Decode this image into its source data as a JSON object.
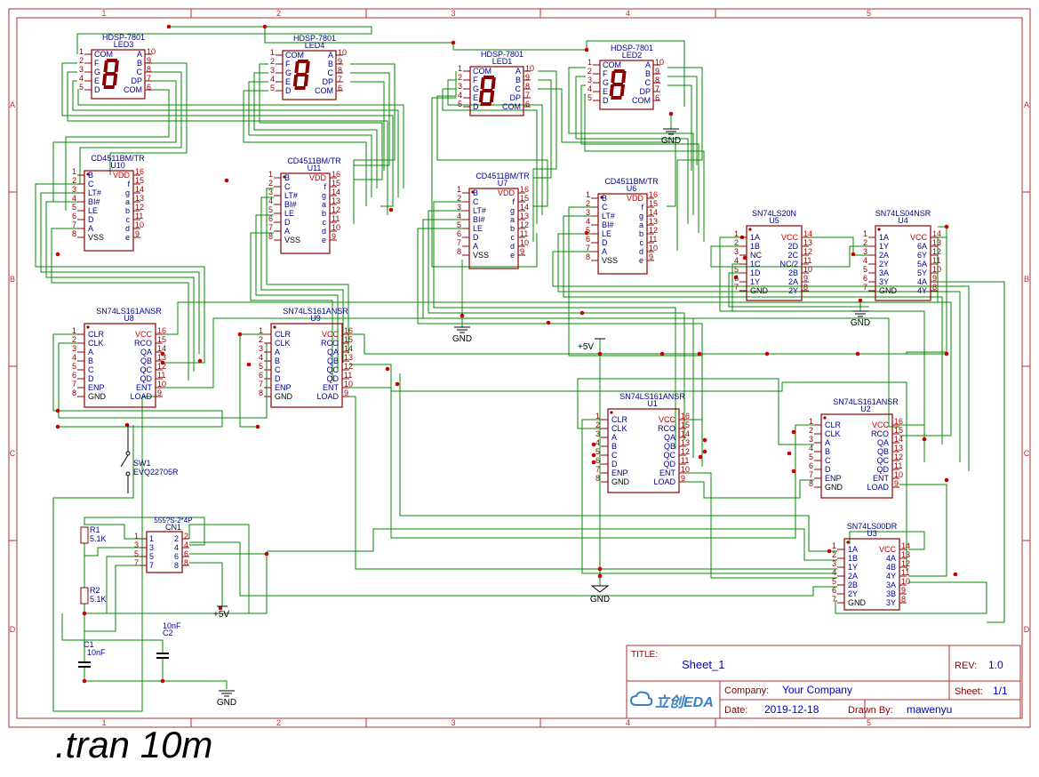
{
  "frame": {
    "cols": [
      "1",
      "2",
      "3",
      "4",
      "5"
    ],
    "rows": [
      "A",
      "B",
      "C",
      "D"
    ]
  },
  "colors": {
    "frame": "#b03030",
    "wire": "#008800",
    "body": "#8b0000",
    "pin_num": "#8b0000",
    "pin_label": "#00008b",
    "vcc": "#cc0000",
    "title_text": "#0000cc",
    "junction": "#cc0000",
    "ground": "#000000"
  },
  "title_block": {
    "title_label": "TITLE:",
    "title_value": "Sheet_1",
    "rev_label": "REV:",
    "rev_value": "1.0",
    "company_label": "Company:",
    "company_value": "Your Company",
    "sheet_label": "Sheet:",
    "sheet_value": "1/1",
    "date_label": "Date:",
    "date_value": "2019-12-18",
    "drawn_label": "Drawn By:",
    "drawn_value": "mawenyu",
    "logo_text": "立创EDA"
  },
  "spice_directive": ".tran 10m",
  "power_labels": {
    "gnd": "GND",
    "vcc": "+5V"
  },
  "displays": [
    {
      "ref": "LED3",
      "part": "HDSP-7801"
    },
    {
      "ref": "LED4",
      "part": "HDSP-7801"
    },
    {
      "ref": "LED1",
      "part": "HDSP-7801"
    },
    {
      "ref": "LED2",
      "part": "HDSP-7801"
    }
  ],
  "display_pins_left": [
    "COM",
    "F",
    "G",
    "E",
    "D"
  ],
  "display_pins_right": [
    "A",
    "B",
    "C",
    "DP",
    "COM"
  ],
  "decoders": [
    {
      "ref": "U10",
      "part": "CD4511BM/TR"
    },
    {
      "ref": "U11",
      "part": "CD4511BM/TR"
    },
    {
      "ref": "U7",
      "part": "CD4511BM/TR"
    },
    {
      "ref": "U6",
      "part": "CD4511BM/TR"
    }
  ],
  "decoder_pins_left": [
    "B",
    "C",
    "LT#",
    "BI#",
    "LE",
    "D",
    "A",
    "VSS"
  ],
  "decoder_pins_right": [
    "VDD",
    "f",
    "g",
    "a",
    "b",
    "c",
    "d",
    "e"
  ],
  "counters": [
    {
      "ref": "U8",
      "part": "SN74LS161ANSR"
    },
    {
      "ref": "U9",
      "part": "SN74LS161ANSR"
    },
    {
      "ref": "U1",
      "part": "SN74LS161ANSR"
    },
    {
      "ref": "U2",
      "part": "SN74LS161ANSR"
    }
  ],
  "counter_pins_left": [
    "CLR",
    "CLK",
    "A",
    "B",
    "C",
    "D",
    "ENP",
    "GND"
  ],
  "counter_pins_right": [
    "VCC",
    "RCO",
    "QA",
    "QB",
    "QC",
    "QD",
    "ENT",
    "LOAD"
  ],
  "nand4": {
    "ref": "U5",
    "part": "SN74LS20N",
    "left": [
      "1A",
      "1B",
      "NC",
      "1C",
      "1D",
      "1Y",
      "GND"
    ],
    "right": [
      "VCC",
      "2D",
      "2C",
      "NC/2",
      "2B",
      "2A",
      "2Y"
    ]
  },
  "inverter": {
    "ref": "U4",
    "part": "SN74LS04NSR",
    "left": [
      "1A",
      "1Y",
      "2A",
      "2Y",
      "3A",
      "3Y",
      "GND"
    ],
    "right": [
      "VCC",
      "6A",
      "6Y",
      "5A",
      "5Y",
      "4A",
      "4Y"
    ]
  },
  "nand2": {
    "ref": "U3",
    "part": "SN74LS00DR",
    "left": [
      "1A",
      "1B",
      "1Y",
      "2A",
      "2B",
      "2Y",
      "GND"
    ],
    "right": [
      "VCC",
      "4A",
      "4B",
      "4Y",
      "3A",
      "3B",
      "3Y"
    ]
  },
  "connector": {
    "ref": "CN1",
    "part": "555?S-2*4P",
    "left": [
      "1",
      "3",
      "5",
      "7"
    ],
    "right": [
      "2",
      "4",
      "6",
      "8"
    ]
  },
  "switch": {
    "ref": "SW1",
    "part": "EVQ22705R"
  },
  "passives": [
    {
      "ref": "R1",
      "value": "5.1K"
    },
    {
      "ref": "R2",
      "value": "5.1K"
    },
    {
      "ref": "C1",
      "value": "10nF"
    },
    {
      "ref": "C2",
      "value": "10nF"
    }
  ]
}
